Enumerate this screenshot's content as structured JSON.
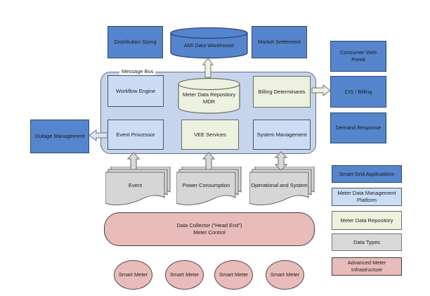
{
  "diagram": {
    "message_bus_label": "Message Bus",
    "nodes": {
      "distribution_sizing": "Distribution Sizing",
      "ami_data_warehouse": "AMI Data Warehouse",
      "market_settlement": "Market Settlement",
      "consumer_web_portal": "Consumer Web Portal",
      "cis_billing": "CIS / Billing",
      "demand_response": "Demand Response",
      "workflow_engine": "Workflow Engine",
      "meter_data_repository_line1": "Meter Data Repository",
      "meter_data_repository_line2": "MDR",
      "billing_determinants": "Billing Determinants",
      "event_processor": "Event Processor",
      "vee_services": "VEE Services",
      "system_management": "System Management",
      "outage_management": "Outage Management",
      "data_collector_line1": "Data Collector (“Head End”)",
      "data_collector_line2": "Meter Control"
    },
    "documents": [
      "Event",
      "Power Consumption",
      "Operational and System"
    ],
    "smart_meters": [
      "Smart Meter",
      "Smart Meter",
      "Smart Meter",
      "Smart Meter"
    ],
    "legend": [
      {
        "label": "Smart Grid Applications",
        "color": "#5585cd"
      },
      {
        "label": "Meter Data Management Platform",
        "color": "#cbdcf4"
      },
      {
        "label": "Meter Data Repository",
        "color": "#edf1df"
      },
      {
        "label": "Data Types",
        "color": "#d9d9d9"
      },
      {
        "label": "Advanced Meter Infrastructure",
        "color": "#e8bcba"
      }
    ],
    "colors": {
      "smart_grid_applications": "#5585cd",
      "meter_data_management_platform": "#cbdcf4",
      "message_bus_fill": "#c6d5ec",
      "meter_data_repository": "#edf1df",
      "data_types": "#d9d9d9",
      "advanced_meter_infrastructure": "#e8bcba"
    }
  }
}
